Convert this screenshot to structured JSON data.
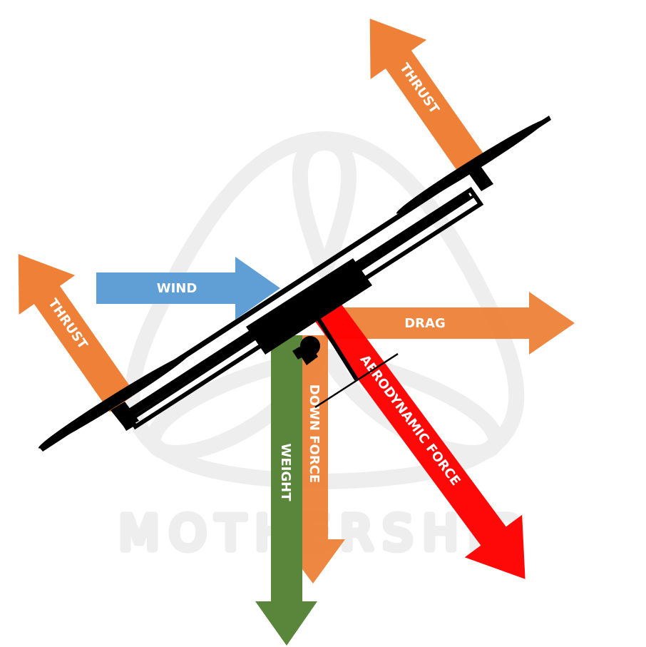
{
  "title": "Drone forces in wind diagram",
  "watermark": {
    "text": "MOTHERSHIP",
    "color": "#ececec"
  },
  "colors": {
    "thrust": "#ED7D31",
    "wind": "#5B9BD5",
    "drag": "#ED7D31",
    "down_force": "#ED7D31",
    "weight": "#548235",
    "aerodynamic_force": "#FF0000",
    "drone": "#000000",
    "label_text": "#FFFFFF"
  },
  "forces": {
    "thrust_left": {
      "label": "THRUST",
      "direction": "up-left"
    },
    "thrust_right": {
      "label": "THRUST",
      "direction": "up-left"
    },
    "wind": {
      "label": "WIND",
      "direction": "right"
    },
    "drag": {
      "label": "DRAG",
      "direction": "right"
    },
    "down_force": {
      "label": "DOWN FORCE",
      "direction": "down"
    },
    "weight": {
      "label": "WEIGHT",
      "direction": "down"
    },
    "aerodynamic_force": {
      "label": "AERODYNAMIC FORCE",
      "direction": "down-right"
    }
  }
}
